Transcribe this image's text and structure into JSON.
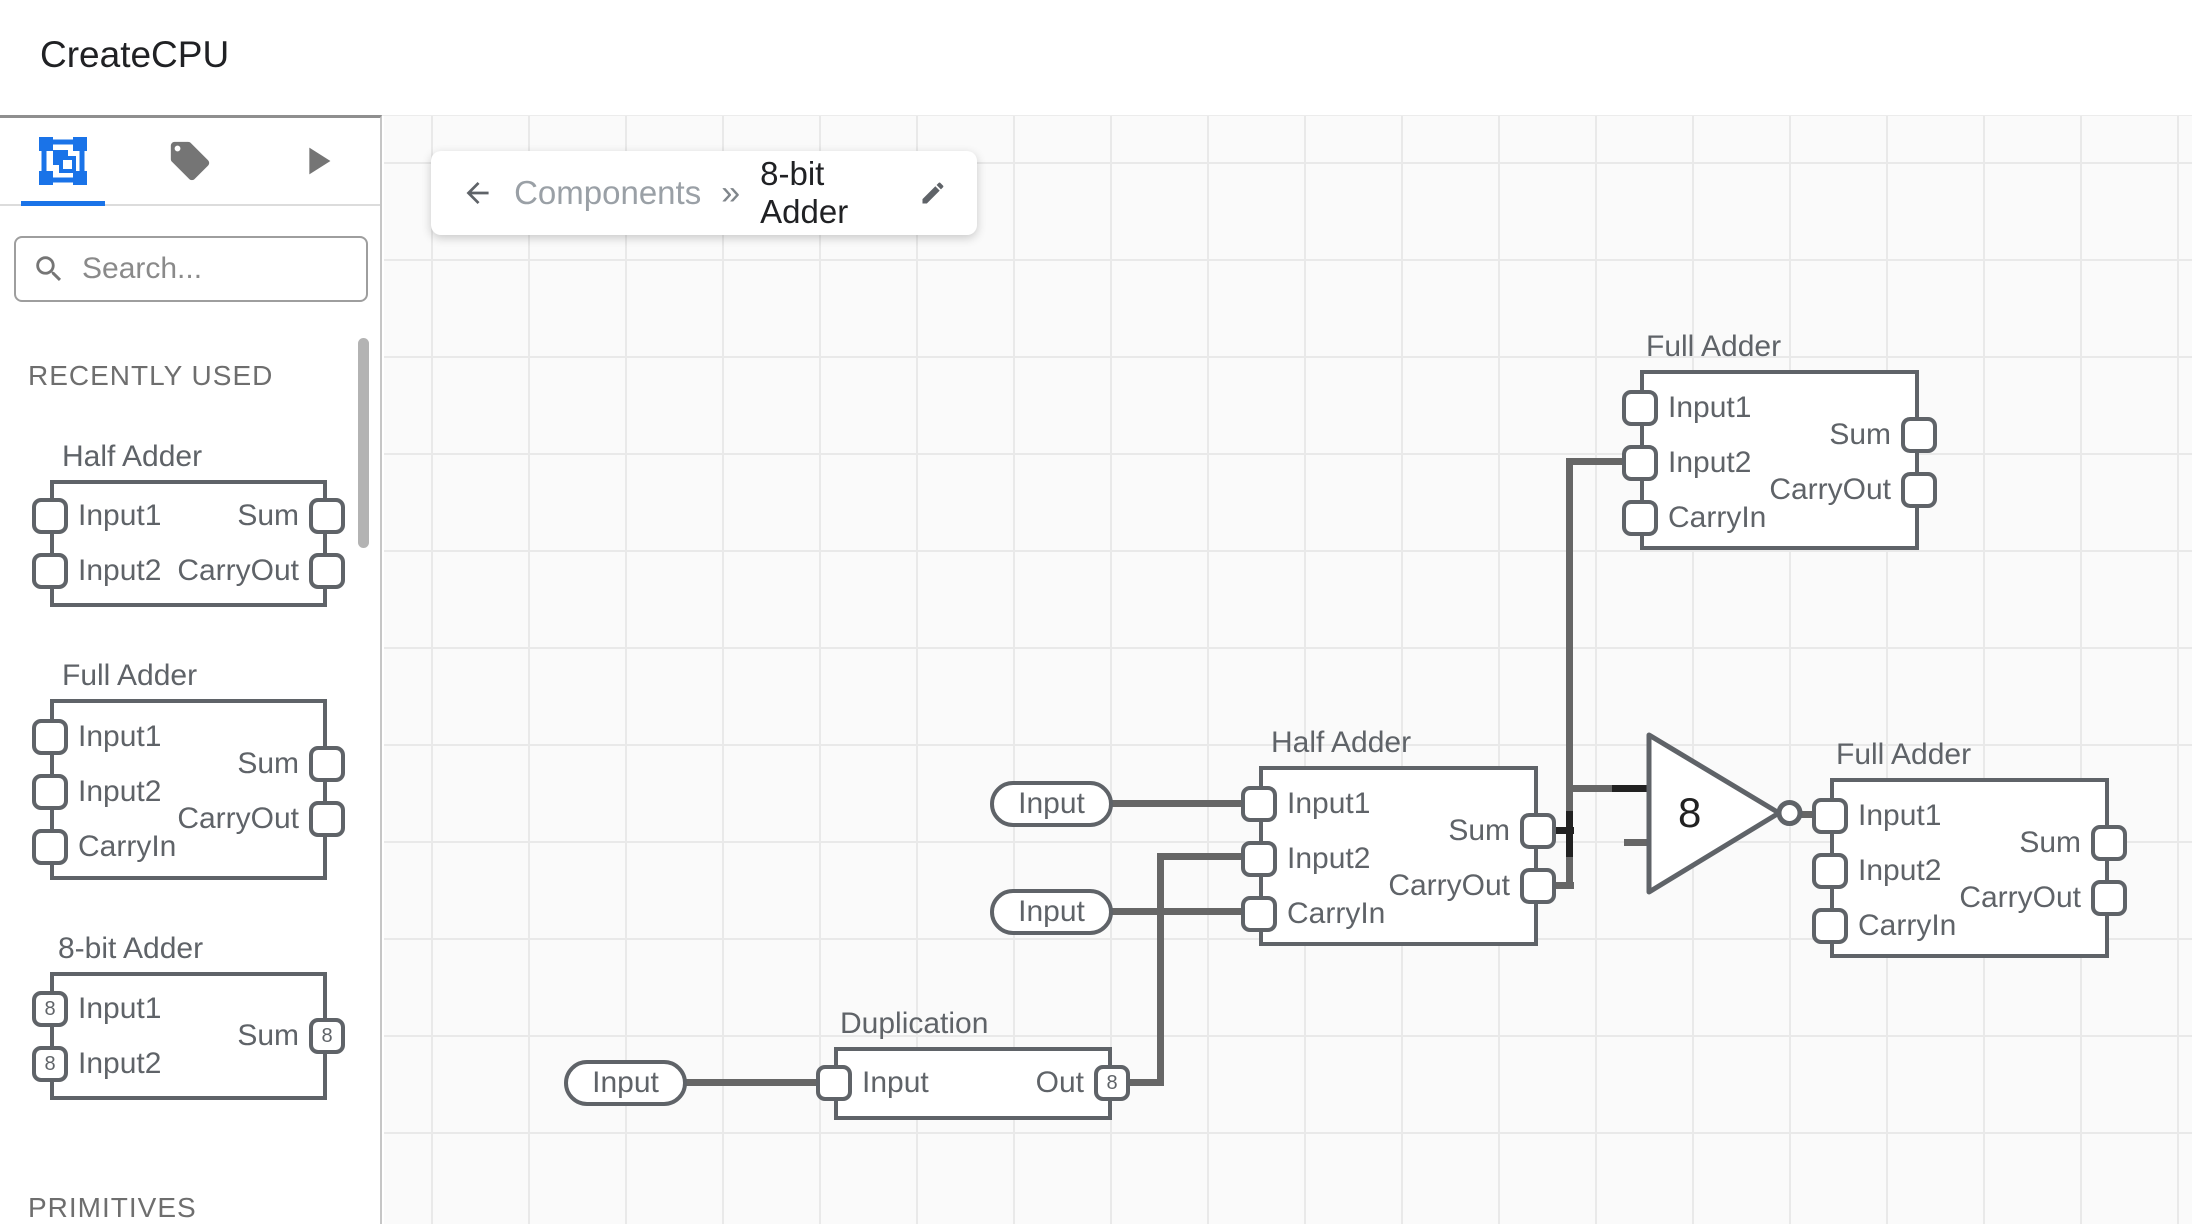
{
  "app": {
    "title": "CreateCPU"
  },
  "sidebar": {
    "tabs": [
      {
        "icon": "components-select-icon",
        "active": true
      },
      {
        "icon": "tag-icon",
        "active": false
      },
      {
        "icon": "play-icon",
        "active": false
      }
    ],
    "search": {
      "placeholder": "Search..."
    },
    "recently_used_label": "RECENTLY USED",
    "primitives_label": "PRIMITIVES",
    "palette": [
      {
        "title": "Half Adder",
        "left": [
          "Input1",
          "Input2"
        ],
        "right": [
          "Sum",
          "CarryOut"
        ]
      },
      {
        "title": "Full Adder",
        "left": [
          "Input1",
          "Input2",
          "CarryIn"
        ],
        "right": [
          "Sum",
          "CarryOut"
        ]
      },
      {
        "title": "8-bit Adder",
        "left": [
          "Input1",
          "Input2"
        ],
        "right": [
          "Sum"
        ],
        "bus_width": "8"
      }
    ]
  },
  "breadcrumb": {
    "parent": "Components",
    "separator": "»",
    "current": "8-bit Adder"
  },
  "canvas": {
    "nodes": [
      {
        "title": "Full Adder",
        "left": [
          "Input1",
          "Input2",
          "CarryIn"
        ],
        "right": [
          "Sum",
          "CarryOut"
        ]
      },
      {
        "title": "Half Adder",
        "left": [
          "Input1",
          "Input2",
          "CarryIn"
        ],
        "right": [
          "Sum",
          "CarryOut"
        ]
      },
      {
        "title": "Full Adder",
        "left": [
          "Input1",
          "Input2",
          "CarryIn"
        ],
        "right": [
          "Sum",
          "CarryOut"
        ]
      },
      {
        "title": "Duplication",
        "left": [
          "Input"
        ],
        "right": [
          "Out"
        ],
        "out_bus_width": "8"
      }
    ],
    "inputs": [
      {
        "label": "Input"
      },
      {
        "label": "Input"
      },
      {
        "label": "Input"
      }
    ],
    "buffer": {
      "label": "8"
    }
  }
}
